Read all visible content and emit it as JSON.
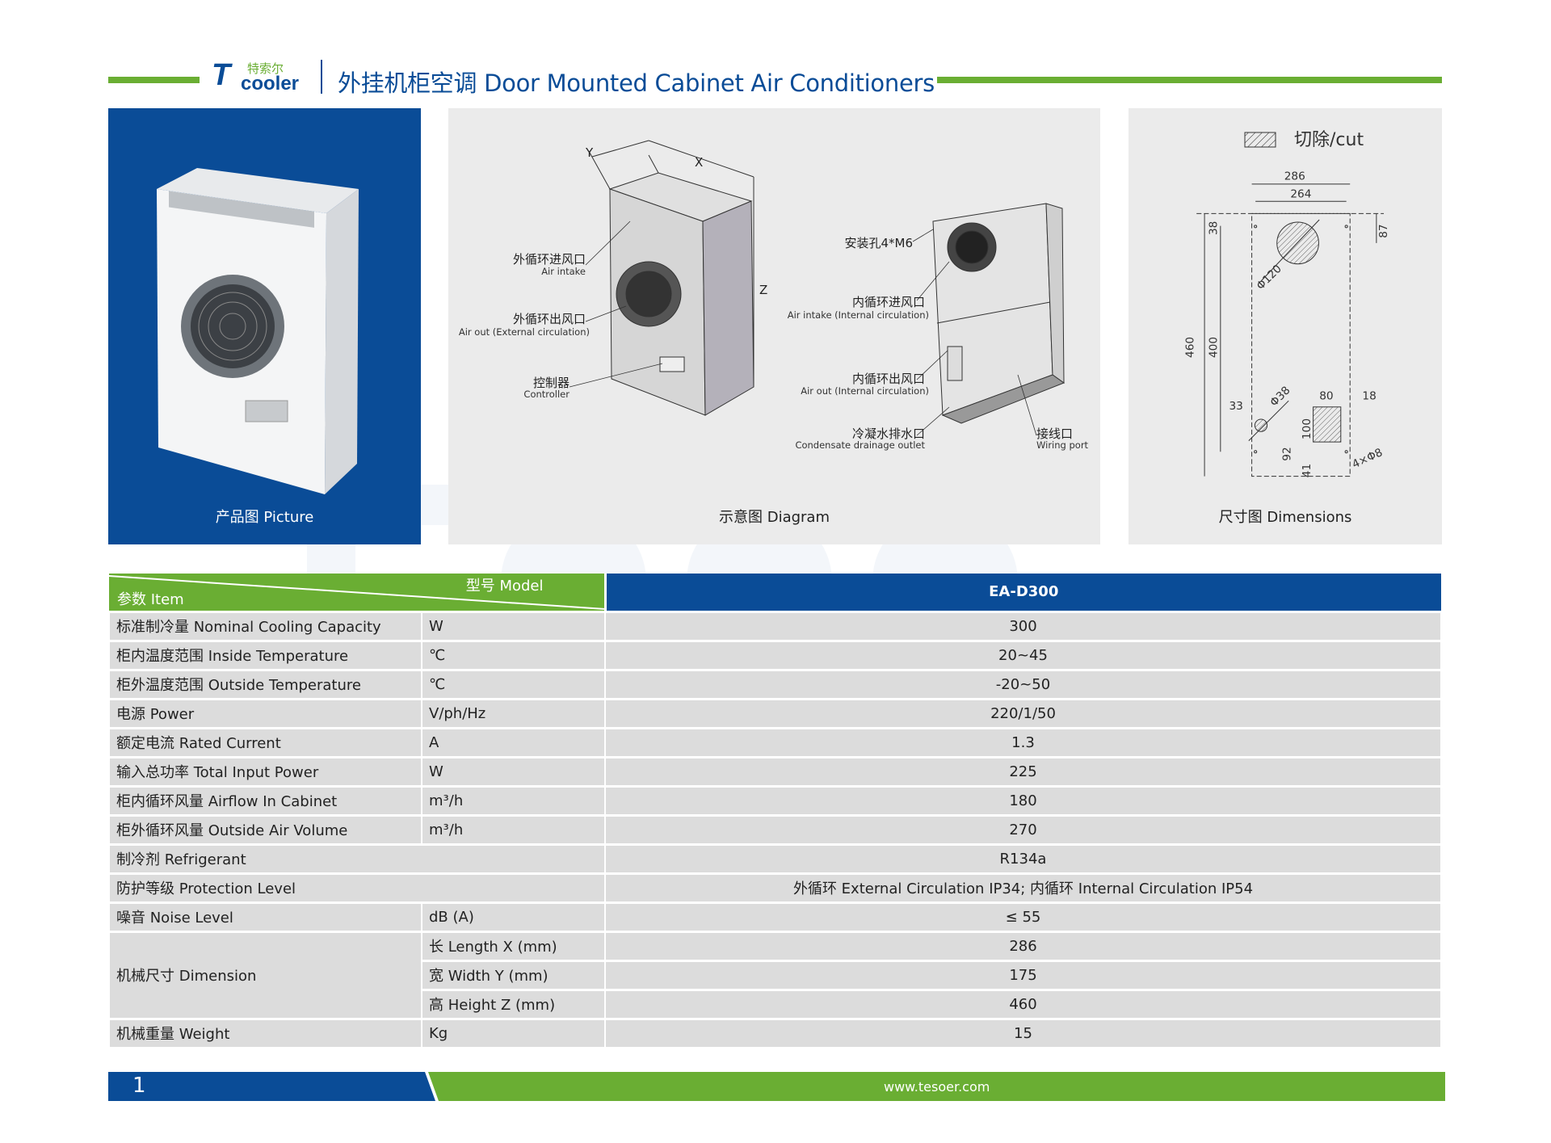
{
  "header": {
    "logo_cn": "特索尔",
    "logo_en": "cooler",
    "logo_mark": "T",
    "title": "外挂机柜空调 Door Mounted Cabinet Air Conditioners"
  },
  "panels": {
    "picture": {
      "caption": "产品图 Picture"
    },
    "diagram": {
      "caption": "示意图 Diagram",
      "dims": {
        "x": "X",
        "y": "Y",
        "z": "Z"
      },
      "labels": [
        {
          "cn": "外循环进风口",
          "en": "Air intake"
        },
        {
          "cn": "外循环出风口",
          "en": "Air out (External circulation)"
        },
        {
          "cn": "控制器",
          "en": "Controller"
        },
        {
          "cn": "安装孔4*M6",
          "en": ""
        },
        {
          "cn": "内循环进风口",
          "en": "Air intake (Internal circulation)"
        },
        {
          "cn": "内循环出风口",
          "en": "Air out (Internal circulation)"
        },
        {
          "cn": "冷凝水排水口",
          "en": "Condensate drainage outlet"
        },
        {
          "cn": "接线口",
          "en": "Wiring port"
        }
      ]
    },
    "dimensions": {
      "caption": "尺寸图 Dimensions",
      "legend": "切除/cut",
      "values": {
        "w286": "286",
        "w264": "264",
        "h460": "460",
        "h400": "400",
        "d38": "38",
        "d87": "87",
        "phi120": "Φ120",
        "phi38": "Φ38",
        "d33": "33",
        "d80": "80",
        "d18": "18",
        "d100": "100",
        "d41": "41",
        "d92": "92",
        "holes": "4×Φ8"
      }
    }
  },
  "table": {
    "model_label": "型号 Model",
    "item_label": "参数 Item",
    "model": "EA-D300",
    "rows": [
      {
        "item": "标准制冷量 Nominal Cooling Capacity",
        "unit": "W",
        "value": "300"
      },
      {
        "item": "柜内温度范围  Inside Temperature",
        "unit": "℃",
        "value": "20~45"
      },
      {
        "item": "柜外温度范围  Outside  Temperature",
        "unit": "℃",
        "value": "-20~50"
      },
      {
        "item": "电源 Power",
        "unit": "V/ph/Hz",
        "value": "220/1/50"
      },
      {
        "item": "额定电流 Rated Current",
        "unit": "A",
        "value": "1.3"
      },
      {
        "item": "输入总功率 Total Input Power",
        "unit": "W",
        "value": "225"
      },
      {
        "item": "柜内循环风量 Airflow In Cabinet",
        "unit": "m³/h",
        "value": "180"
      },
      {
        "item": "柜外循环风量 Outside Air Volume",
        "unit": "m³/h",
        "value": "270"
      },
      {
        "item": "制冷剂 Refrigerant",
        "unit": "",
        "value": "R134a"
      },
      {
        "item": "防护等级 Protection Level",
        "unit": "",
        "value": "外循环 External Circulation IP34;  内循环 Internal Circulation IP54"
      },
      {
        "item": "噪音 Noise Level",
        "unit": "dB  (A)",
        "value": "≤ 55"
      },
      {
        "item": "机械尺寸 Dimension",
        "unit": "长 Length X  (mm)",
        "value": "286"
      },
      {
        "item": "",
        "unit": "宽 Width  Y  (mm)",
        "value": "175"
      },
      {
        "item": "",
        "unit": "高 Height Z  (mm)",
        "value": "460"
      },
      {
        "item": "机械重量 Weight",
        "unit": "Kg",
        "value": "15"
      }
    ]
  },
  "footer": {
    "page": "1",
    "url": "www.tesoer.com"
  },
  "colors": {
    "blue": "#0a4c97",
    "green": "#6aae33"
  }
}
